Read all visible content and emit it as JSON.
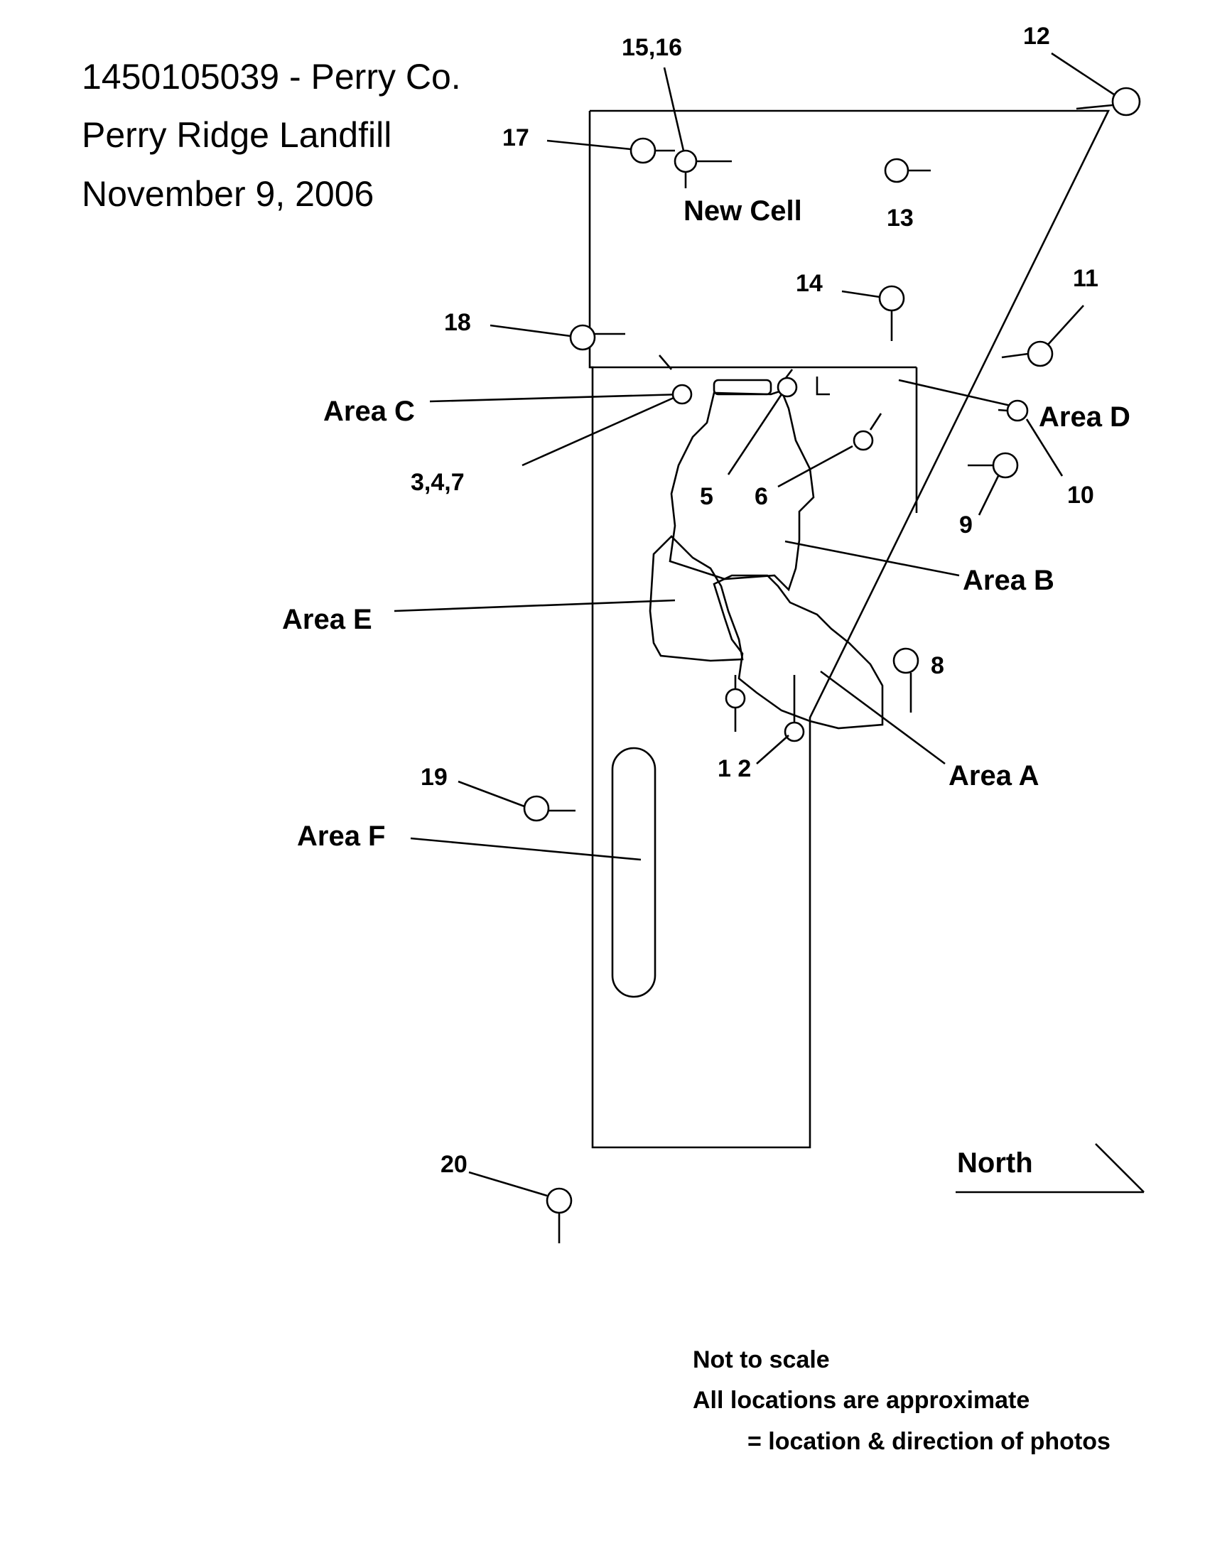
{
  "header": {
    "line1": "1450105039 - Perry Co.",
    "line2": "Perry Ridge Landfill",
    "line3": "November 9, 2006"
  },
  "areas": {
    "a": "Area A",
    "b": "Area B",
    "c": "Area C",
    "d": "Area D",
    "e": "Area E",
    "f": "Area F"
  },
  "new_cell_label": "New Cell",
  "photo_labels": {
    "p1_2": "1 2",
    "p3_4_7": "3,4,7",
    "p5": "5",
    "p6": "6",
    "p8": "8",
    "p9": "9",
    "p10": "10",
    "p11": "11",
    "p12": "12",
    "p13": "13",
    "p14": "14",
    "p15_16": "15,16",
    "p17": "17",
    "p18": "18",
    "p19": "19",
    "p20": "20"
  },
  "north_label": "North",
  "notes": {
    "not_to_scale": "Not to scale",
    "approximate": "All locations are approximate",
    "legend": "= location & direction of photos"
  },
  "marker_icon": "photo-location-direction-icon"
}
